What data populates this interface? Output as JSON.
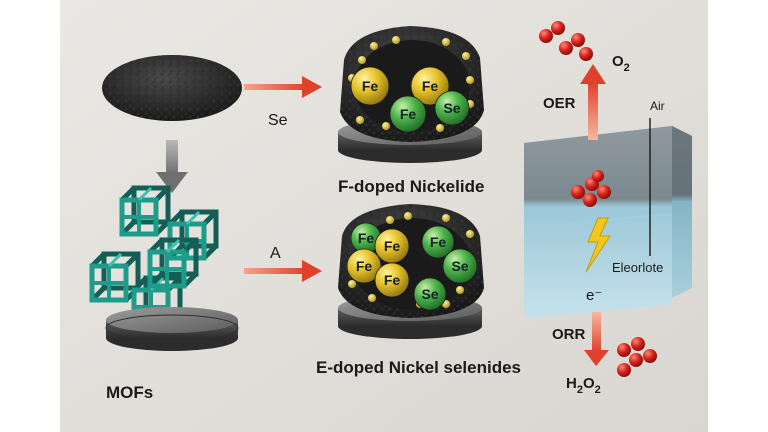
{
  "labels": {
    "se_arrow": "Se",
    "a_arrow": "A",
    "f_doped": "F-doped Nickelide",
    "e_doped": "E-doped Nickel selenides",
    "mofs": "MOFs",
    "o2_main": "O",
    "o2_sub": "2",
    "oer": "OER",
    "air": "Air",
    "electrolyte": "Eleorlote",
    "electron": "e⁻",
    "orr": "ORR",
    "h2o2_h": "H",
    "h2o2_sub1": "2",
    "h2o2_o": "O",
    "h2o2_sub2": "2"
  },
  "spheres_top": [
    {
      "text": "Fe",
      "kind": "yellow"
    },
    {
      "text": "Fe",
      "kind": "yellow"
    },
    {
      "text": "Fe",
      "kind": "green"
    },
    {
      "text": "Se",
      "kind": "green"
    }
  ],
  "spheres_bottom": [
    {
      "text": "Fe",
      "kind": "green"
    },
    {
      "text": "Fe",
      "kind": "yellow"
    },
    {
      "text": "Fe",
      "kind": "green"
    },
    {
      "text": "Fe",
      "kind": "yellow"
    },
    {
      "text": "Fe",
      "kind": "yellow"
    },
    {
      "text": "Se",
      "kind": "green"
    },
    {
      "text": "Se",
      "kind": "green"
    }
  ],
  "colors": {
    "arrow_red": "#e0412b",
    "arrow_gray": "#7a7a7a",
    "mof_teal": "#1f9b8a",
    "sphere_yellow": "#e6c32a",
    "sphere_green": "#4db34a",
    "oxygen_red": "#d8241b",
    "electrolyte_blue": "#a9cfe0",
    "lightning": "#f2c91b"
  }
}
